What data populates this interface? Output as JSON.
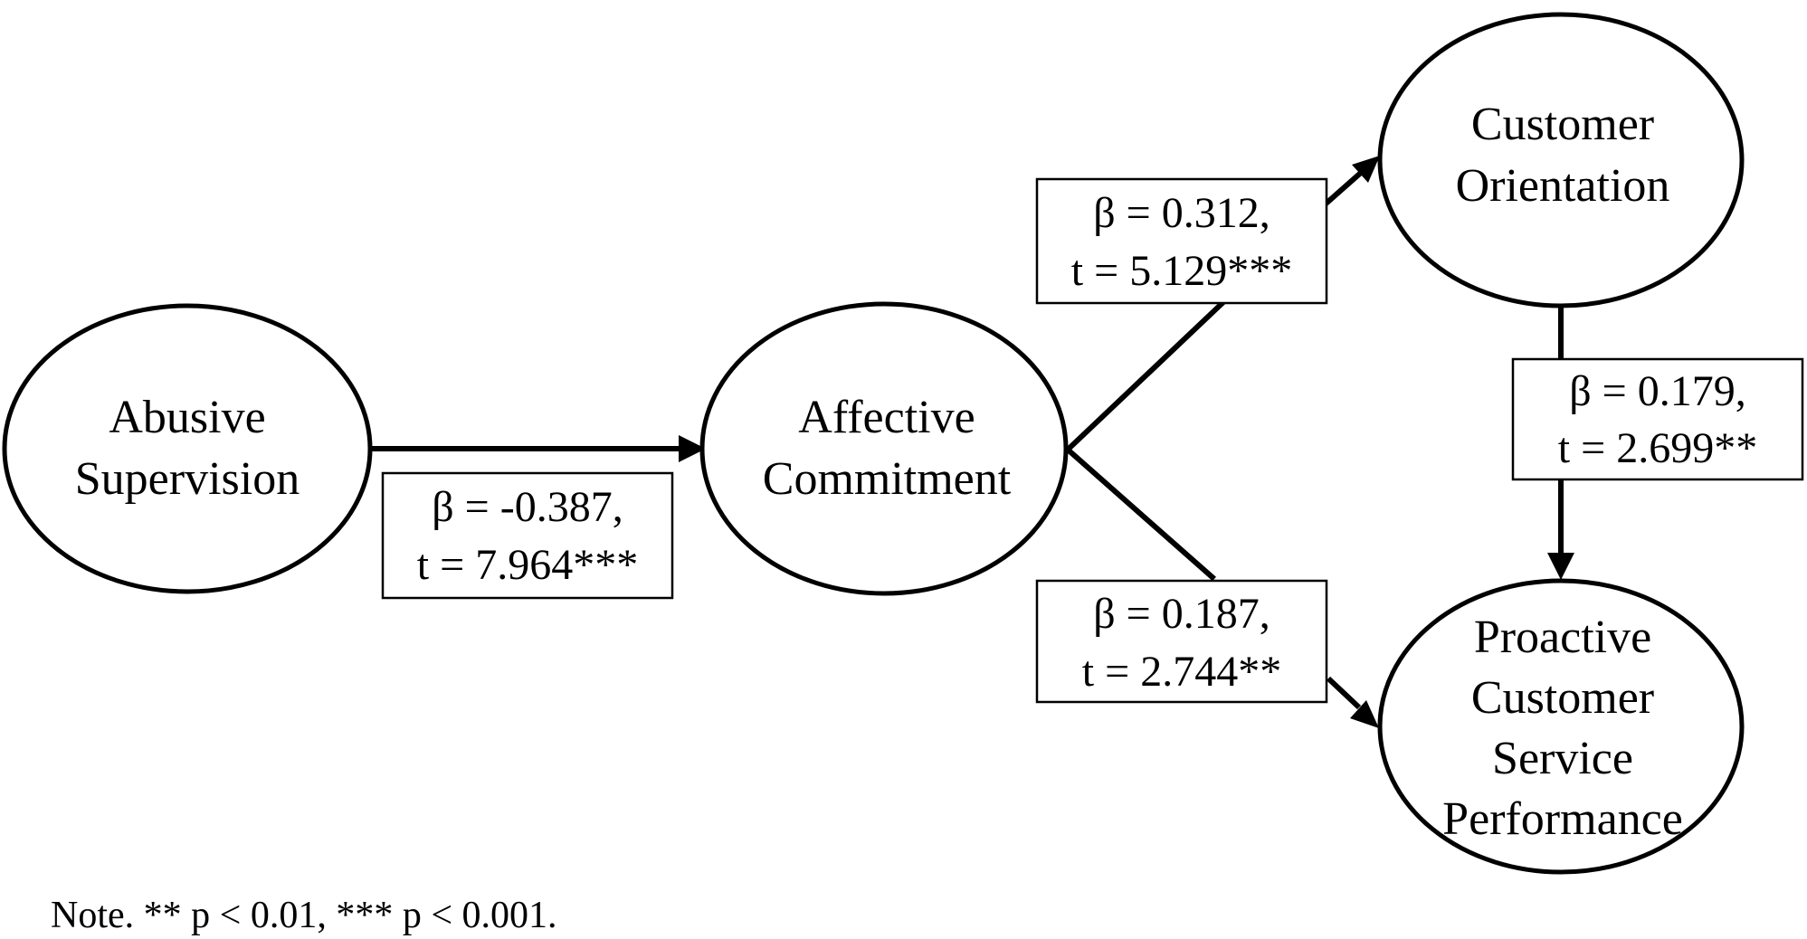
{
  "diagram": {
    "nodes": {
      "abusive_supervision": {
        "line1": "Abusive",
        "line2": "Supervision"
      },
      "affective_commitment": {
        "line1": "Affective",
        "line2": "Commitment"
      },
      "customer_orientation": {
        "line1": "Customer",
        "line2": "Orientation"
      },
      "proactive_performance": {
        "line1": "Proactive",
        "line2": "Customer",
        "line3": "Service",
        "line4": "Performance"
      }
    },
    "paths": {
      "as_to_ac": {
        "beta": "β = -0.387,",
        "t": "t = 7.964***"
      },
      "ac_to_co": {
        "beta": "β = 0.312,",
        "t": "t = 5.129***"
      },
      "ac_to_pcsp": {
        "beta": "β = 0.187,",
        "t": "t = 2.744**"
      },
      "co_to_pcsp": {
        "beta": "β = 0.179,",
        "t": "t = 2.699**"
      }
    },
    "note": "Note. ** p < 0.01, *** p < 0.001."
  }
}
